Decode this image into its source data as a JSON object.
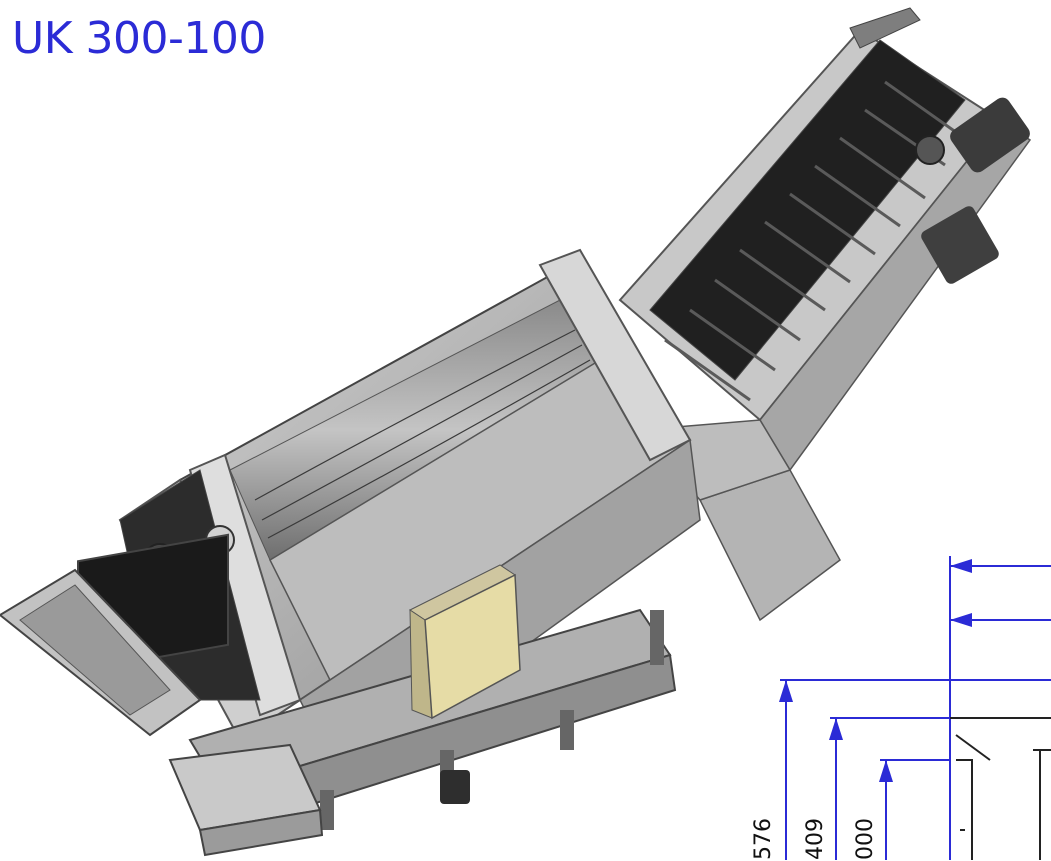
{
  "title": "UK 300-100",
  "colors": {
    "accent": "#2b2bd6",
    "body": "#b9b9b9",
    "body_dark": "#7d7d7d",
    "frame": "#d4d4d4",
    "belt": "#1c1c1c",
    "cabinet": "#e6dca6",
    "motor_yellow": "#e2d51e"
  },
  "dimensions": {
    "values": [
      "576",
      "409",
      "000"
    ]
  }
}
